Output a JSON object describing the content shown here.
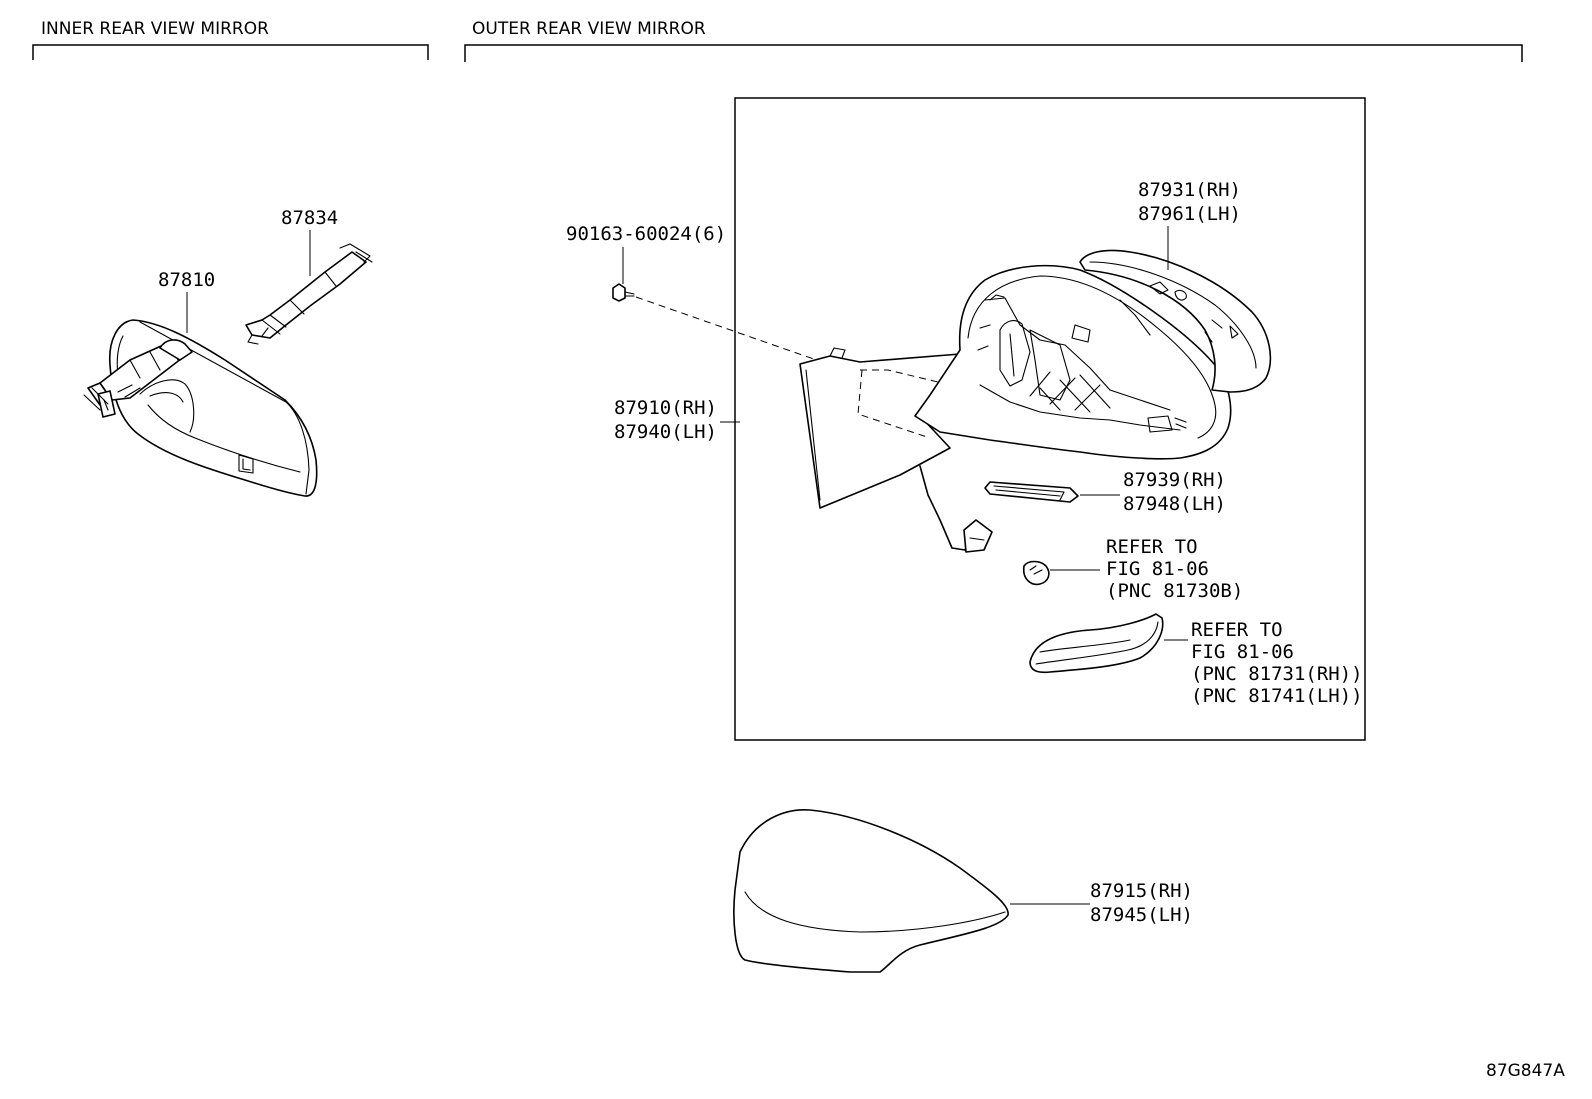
{
  "sections": {
    "inner": "INNER REAR VIEW MIRROR",
    "outer": "OUTER REAR VIEW MIRROR"
  },
  "parts": {
    "p87834": "87834",
    "p87810": "87810",
    "screw": "90163-60024(6)",
    "p87931_rh": "87931(RH)",
    "p87961_lh": "87961(LH)",
    "p87910_rh": "87910(RH)",
    "p87940_lh": "87940(LH)",
    "p87939_rh": "87939(RH)",
    "p87948_lh": "87948(LH)",
    "p87915_rh": "87915(RH)",
    "p87945_lh": "87945(LH)"
  },
  "refs": {
    "bulb": {
      "line1": "REFER TO",
      "line2": "FIG 81-06",
      "line3": "(PNC 81730B)"
    },
    "lamp": {
      "line1": "REFER TO",
      "line2": "FIG 81-06",
      "line3": "(PNC 81731(RH))",
      "line4": "(PNC 81741(LH))"
    }
  },
  "diagram_code": "87G847A"
}
